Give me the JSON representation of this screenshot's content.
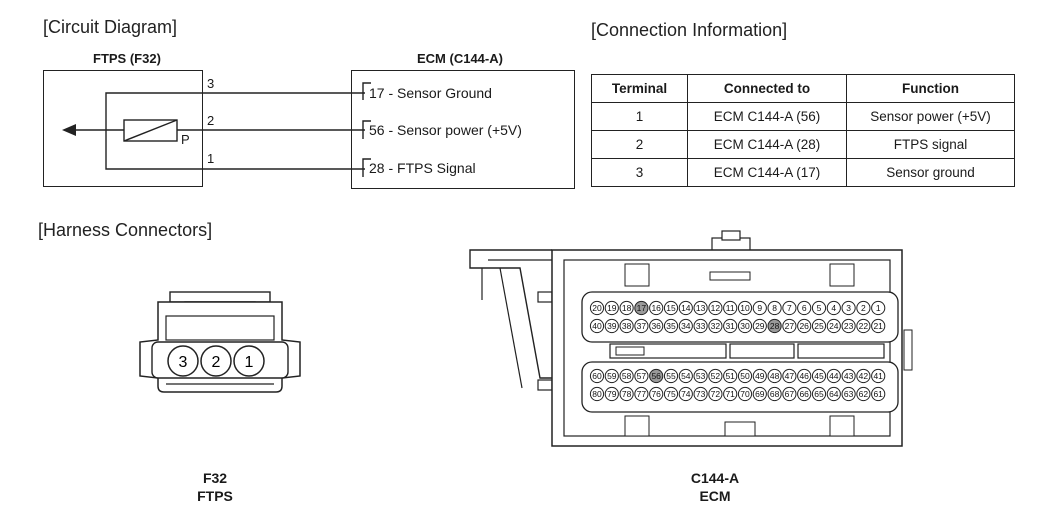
{
  "headings": {
    "circuit": "[Circuit Diagram]",
    "connection": "[Connection Information]",
    "harness": "[Harness Connectors]"
  },
  "circuit": {
    "ftps_label": "FTPS (F32)",
    "ecm_label": "ECM (C144-A)",
    "sensor_pin_label": "P",
    "pins": [
      "3",
      "2",
      "1"
    ],
    "ecm_terminals": [
      "17 - Sensor Ground",
      "56 - Sensor power (+5V)",
      "28 - FTPS Signal"
    ]
  },
  "table": {
    "headers": [
      "Terminal",
      "Connected to",
      "Function"
    ],
    "rows": [
      [
        "1",
        "ECM C144-A (56)",
        "Sensor power (+5V)"
      ],
      [
        "2",
        "ECM C144-A (28)",
        "FTPS signal"
      ],
      [
        "3",
        "ECM C144-A (17)",
        "Sensor ground"
      ]
    ]
  },
  "connectors": {
    "f32": {
      "pins": [
        "3",
        "2",
        "1"
      ],
      "name": "F32",
      "desc": "FTPS"
    },
    "c144": {
      "name": "C144-A",
      "desc": "ECM",
      "row1": [
        "20",
        "19",
        "18",
        "17",
        "16",
        "15",
        "14",
        "13",
        "12",
        "11",
        "10",
        "9",
        "8",
        "7",
        "6",
        "5",
        "4",
        "3",
        "2",
        "1"
      ],
      "row2": [
        "40",
        "39",
        "38",
        "37",
        "36",
        "35",
        "34",
        "33",
        "32",
        "31",
        "30",
        "29",
        "28",
        "27",
        "26",
        "25",
        "24",
        "23",
        "22",
        "21"
      ],
      "row3": [
        "60",
        "59",
        "58",
        "57",
        "56",
        "55",
        "54",
        "53",
        "52",
        "51",
        "50",
        "49",
        "48",
        "47",
        "46",
        "45",
        "44",
        "43",
        "42",
        "41"
      ],
      "row4": [
        "80",
        "79",
        "78",
        "77",
        "76",
        "75",
        "74",
        "73",
        "72",
        "71",
        "70",
        "69",
        "68",
        "67",
        "66",
        "65",
        "64",
        "63",
        "62",
        "61"
      ],
      "highlighted_pins": [
        "17",
        "28",
        "56"
      ]
    }
  }
}
